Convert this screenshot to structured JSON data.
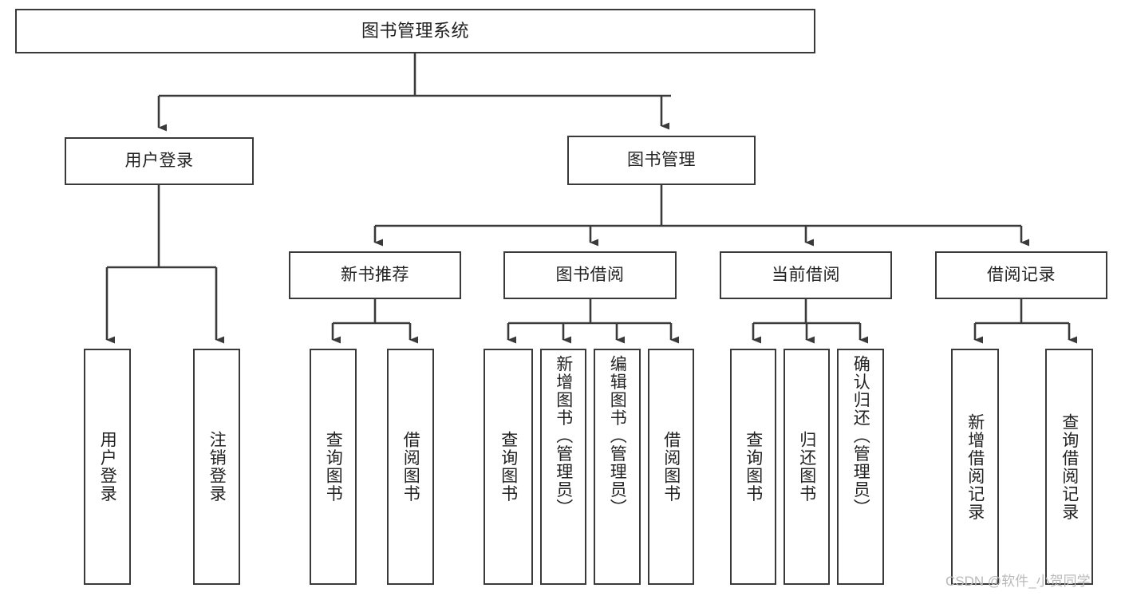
{
  "diagram": {
    "type": "tree-hierarchy-chart",
    "title": "图书管理系统",
    "watermark": "CSDN @软件_小贺同学",
    "colors": {
      "background": "#ffffff",
      "box_border": "#3a3a3a",
      "connector": "#3a3a3a",
      "text": "#222222",
      "watermark": "#b9b9b9"
    }
  },
  "nodes": {
    "root": {
      "label": "图书管理系统"
    },
    "level2": [
      {
        "id": "user-login",
        "label": "用户登录"
      },
      {
        "id": "book-management",
        "label": "图书管理"
      }
    ],
    "level3": [
      {
        "id": "new-book-recommend",
        "label": "新书推荐"
      },
      {
        "id": "book-borrow",
        "label": "图书借阅"
      },
      {
        "id": "current-borrow",
        "label": "当前借阅"
      },
      {
        "id": "borrow-record",
        "label": "借阅记录"
      }
    ],
    "leaves": {
      "user_login": [
        {
          "id": "leaf-user-login",
          "label": "用户登录"
        },
        {
          "id": "leaf-logout-login",
          "label": "注销登录"
        }
      ],
      "new_book_recommend": [
        {
          "id": "leaf-query-book-1",
          "label": "查询图书"
        },
        {
          "id": "leaf-borrow-book-1",
          "label": "借阅图书"
        }
      ],
      "book_borrow": [
        {
          "id": "leaf-query-book-2",
          "label": "查询图书"
        },
        {
          "id": "leaf-add-book",
          "label": "新增图书（管理员）"
        },
        {
          "id": "leaf-edit-book",
          "label": "编辑图书（管理员）"
        },
        {
          "id": "leaf-borrow-book-2",
          "label": "借阅图书"
        }
      ],
      "current_borrow": [
        {
          "id": "leaf-query-book-3",
          "label": "查询图书"
        },
        {
          "id": "leaf-return-book",
          "label": "归还图书"
        },
        {
          "id": "leaf-confirm-return",
          "label": "确认归还（管理员）"
        }
      ],
      "borrow_record": [
        {
          "id": "leaf-add-record",
          "label": "新增借阅记录"
        },
        {
          "id": "leaf-query-record",
          "label": "查询借阅记录"
        }
      ]
    }
  }
}
